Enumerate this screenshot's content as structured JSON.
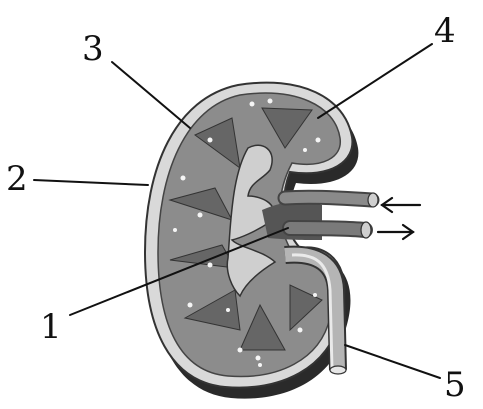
{
  "diagram": {
    "subject": "kidney-longitudinal-section",
    "labels": [
      "1",
      "2",
      "3",
      "4",
      "5"
    ]
  },
  "colors": {
    "capsule": "#d9d9d9",
    "cortex": "#8c8c8c",
    "medulla": "#6a6a6a",
    "pelvis": "#cfcfcf",
    "vessel": "#7a7a7a",
    "ink": "#111111"
  }
}
